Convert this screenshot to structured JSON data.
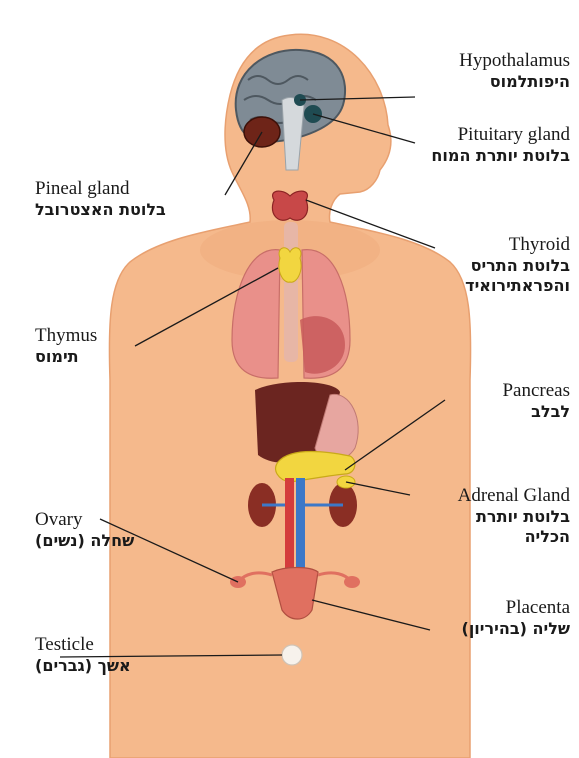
{
  "labels": {
    "hypothalamus": {
      "en": "Hypothalamus",
      "he": "היפותלמוס"
    },
    "pituitary": {
      "en": "Pituitary gland",
      "he": "בלוטת יותרת המוח"
    },
    "pineal": {
      "en": "Pineal gland",
      "he": "בלוטת האצטרובל"
    },
    "thyroid": {
      "en": "Thyroid",
      "he_line1": "בלוטת התריס",
      "he_line2": "והפראתירואיד"
    },
    "thymus": {
      "en": "Thymus",
      "he": "תימוס"
    },
    "pancreas": {
      "en": "Pancreas",
      "he": "לבלב"
    },
    "adrenal": {
      "en": "Adrenal Gland",
      "he_line1": "בלוטת יותרת",
      "he_line2": "הכליה"
    },
    "ovary": {
      "en": "Ovary",
      "he": "שחלה (נשים)"
    },
    "placenta": {
      "en": "Placenta",
      "he": "שליה (בהיריון)"
    },
    "testicle": {
      "en": "Testicle",
      "he": "אשך (גברים)"
    }
  },
  "colors": {
    "skin": "#f5b98c",
    "skin_edge": "#e8a070",
    "brain": "#7f8b95",
    "lung": "#e9908a",
    "liver": "#6b2520",
    "gland_yellow": "#f2d640",
    "thyroid_red": "#c84848",
    "leader_line": "#1a1a1a"
  }
}
